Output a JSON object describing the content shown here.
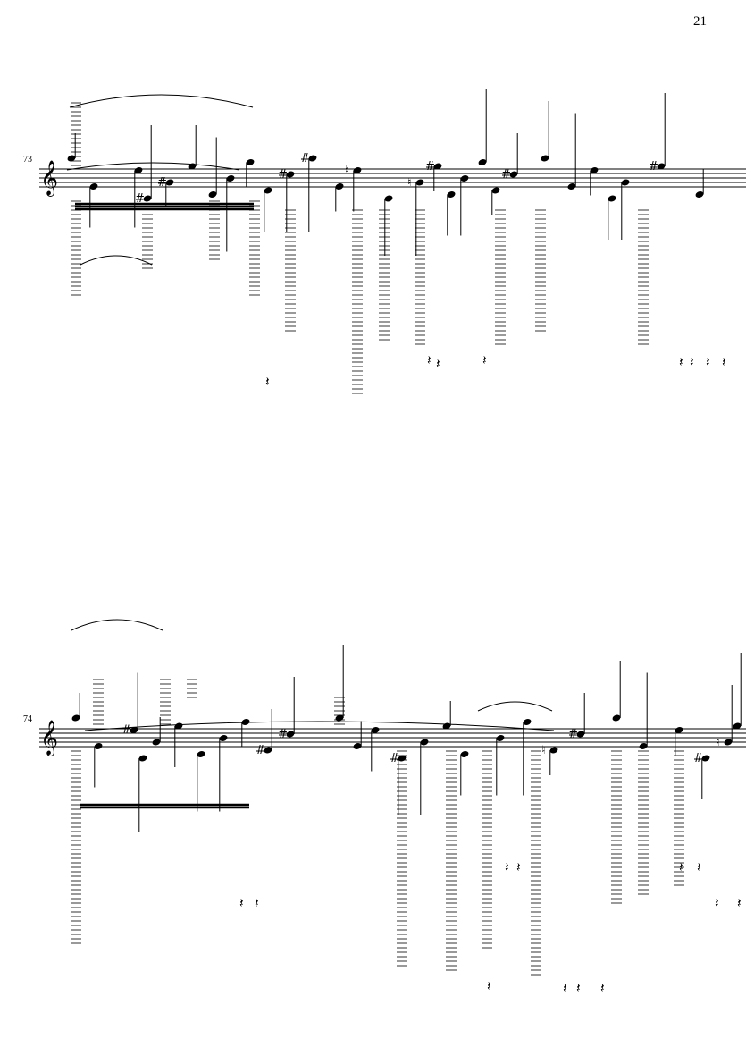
{
  "page": {
    "number": "21"
  },
  "systems": [
    {
      "measure_number": "73",
      "clef": "treble",
      "notes": [
        {
          "a": "",
          "h": "up"
        },
        {
          "a": "",
          "h": "dn"
        },
        {
          "a": "",
          "h": "dn"
        },
        {
          "a": "#",
          "h": "up"
        },
        {
          "a": "#",
          "h": "dn"
        },
        {
          "a": "",
          "h": "up"
        },
        {
          "a": "",
          "h": "up"
        },
        {
          "a": "",
          "h": "dn"
        },
        {
          "a": "",
          "h": "dn"
        },
        {
          "a": "",
          "h": "dn"
        },
        {
          "a": "#",
          "h": "dn"
        },
        {
          "a": "#",
          "h": "dn"
        },
        {
          "a": "",
          "h": "dn"
        },
        {
          "a": "♮",
          "h": "dn"
        },
        {
          "a": "",
          "h": "dn"
        },
        {
          "a": "♮",
          "h": "dn"
        },
        {
          "a": "#",
          "h": "dn"
        },
        {
          "a": "",
          "h": "dn"
        },
        {
          "a": "",
          "h": "dn"
        },
        {
          "a": "",
          "h": "up"
        },
        {
          "a": "",
          "h": "dn"
        },
        {
          "a": "#",
          "h": "up"
        },
        {
          "a": "",
          "h": "up"
        },
        {
          "a": "",
          "h": "up"
        },
        {
          "a": "",
          "h": "dn"
        },
        {
          "a": "",
          "h": "dn"
        },
        {
          "a": "",
          "h": "dn"
        },
        {
          "a": "#",
          "h": "up"
        },
        {
          "a": "",
          "h": "up"
        }
      ]
    },
    {
      "measure_number": "74",
      "clef": "treble",
      "notes": [
        {
          "a": "",
          "h": "up"
        },
        {
          "a": "",
          "h": "dn"
        },
        {
          "a": "#",
          "h": "up"
        },
        {
          "a": "",
          "h": "dn"
        },
        {
          "a": "",
          "h": "up"
        },
        {
          "a": "",
          "h": "dn"
        },
        {
          "a": "",
          "h": "dn"
        },
        {
          "a": "",
          "h": "dn"
        },
        {
          "a": "",
          "h": "dn"
        },
        {
          "a": "#",
          "h": "up"
        },
        {
          "a": "#",
          "h": "up"
        },
        {
          "a": "",
          "h": "up"
        },
        {
          "a": "",
          "h": "up"
        },
        {
          "a": "",
          "h": "dn"
        },
        {
          "a": "#",
          "h": "dn"
        },
        {
          "a": "",
          "h": "dn"
        },
        {
          "a": "",
          "h": "up"
        },
        {
          "a": "",
          "h": "dn"
        },
        {
          "a": "",
          "h": "dn"
        },
        {
          "a": "",
          "h": "dn"
        },
        {
          "a": "♮",
          "h": "dn"
        },
        {
          "a": "#",
          "h": "up"
        },
        {
          "a": "",
          "h": "up"
        },
        {
          "a": "",
          "h": "up"
        },
        {
          "a": "",
          "h": "dn"
        },
        {
          "a": "#",
          "h": "dn"
        },
        {
          "a": "♮",
          "h": "up"
        },
        {
          "a": "",
          "h": "up"
        }
      ]
    }
  ]
}
